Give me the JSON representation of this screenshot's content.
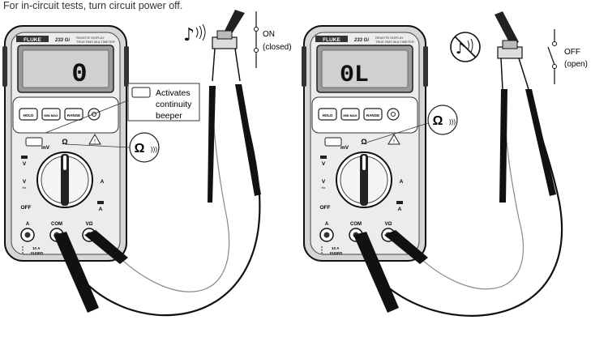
{
  "caption": "For in-circuit tests, turn circuit power off.",
  "meters": [
    {
      "brand": "FLUKE",
      "model": "233 Gi",
      "subtitle_1": "REMOTE DISPLAY",
      "subtitle_2": "TRUE RMS MULTIMETER",
      "reading": "0",
      "buttons": [
        "HOLD",
        "MIN MAX",
        "RANGE"
      ],
      "dial": {
        "ohm": "Ω",
        "mv": "mV",
        "v_ac": "V",
        "v_dc": "V",
        "a_ac": "A",
        "a_dc": "A",
        "off": "OFF",
        "hz": "Hz"
      },
      "jacks": {
        "a": "A",
        "com": "COM",
        "v_ohm": "VΩ",
        "fused_1": "10 A",
        "fused_2": "FUSED"
      }
    },
    {
      "brand": "FLUKE",
      "model": "233 Gi",
      "subtitle_1": "REMOTE DISPLAY",
      "subtitle_2": "TRUE RMS MULTIMETER",
      "reading": "0L",
      "buttons": [
        "HOLD",
        "MIN MAX",
        "RANGE"
      ],
      "dial": {
        "ohm": "Ω",
        "mv": "mV",
        "v_ac": "V",
        "v_dc": "V",
        "a_ac": "A",
        "a_dc": "A",
        "off": "OFF",
        "hz": "Hz"
      },
      "jacks": {
        "a": "A",
        "com": "COM",
        "v_ohm": "VΩ",
        "fused_1": "10 A",
        "fused_2": "FUSED"
      }
    }
  ],
  "callout": {
    "line1": "Activates",
    "line2": "continuity",
    "line3": "beeper"
  },
  "ohm_badge": "Ω",
  "switch_on": {
    "state": "ON",
    "detail": "(closed)"
  },
  "switch_off": {
    "state": "OFF",
    "detail": "(open)"
  }
}
